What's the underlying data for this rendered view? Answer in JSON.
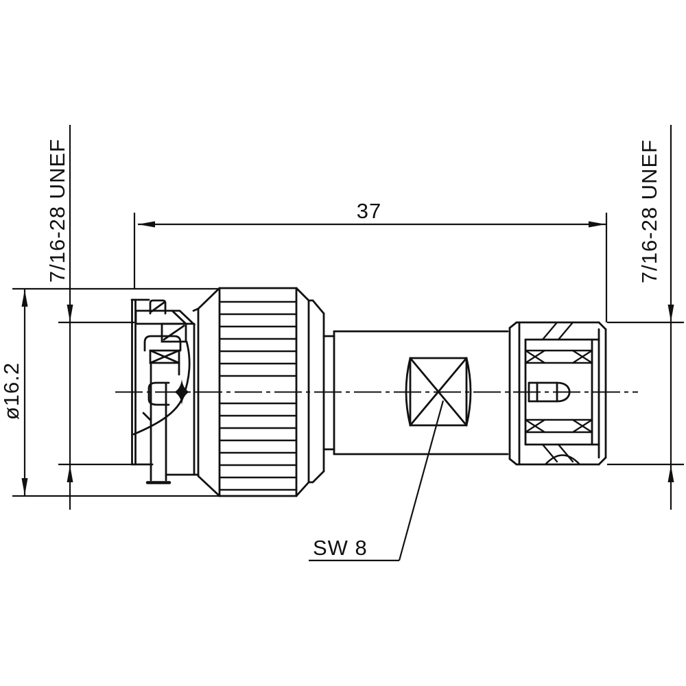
{
  "drawing": {
    "type": "technical-dimension-drawing",
    "labels": {
      "length_dim": "37",
      "diameter_dim": "ø16.2",
      "thread_left": "7/16-28 UNEF",
      "thread_right": "7/16-28 UNEF",
      "wrench_size": "SW 8"
    },
    "colors": {
      "line": "#111111",
      "background": "#ffffff"
    }
  }
}
